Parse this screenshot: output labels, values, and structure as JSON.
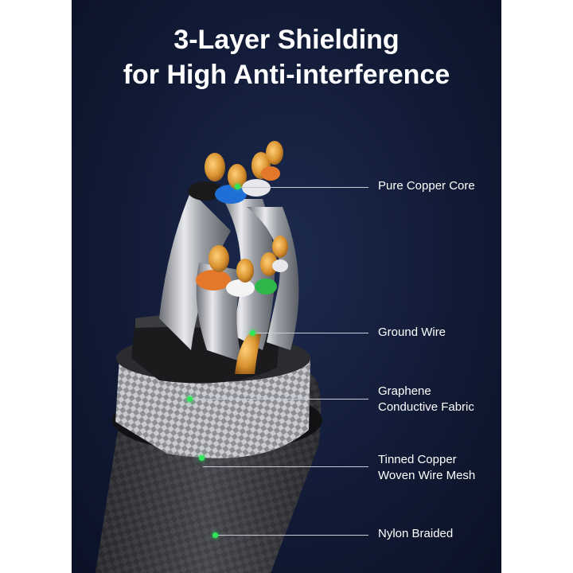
{
  "headline": {
    "line1": "3-Layer Shielding",
    "line2": "for High Anti-interference"
  },
  "callouts": [
    {
      "id": "pure-copper-core",
      "lines": [
        "Pure Copper Core"
      ]
    },
    {
      "id": "ground-wire",
      "lines": [
        "Ground Wire"
      ]
    },
    {
      "id": "graphene-fabric",
      "lines": [
        "Graphene",
        "Conductive Fabric"
      ]
    },
    {
      "id": "tinned-copper-mesh",
      "lines": [
        "Tinned Copper",
        "Woven Wire Mesh"
      ]
    },
    {
      "id": "nylon-braided",
      "lines": [
        "Nylon Braided"
      ]
    }
  ],
  "colors": {
    "background": "#121b36",
    "accent_dot": "#2ee85a",
    "copper": "#d9922f",
    "insulation": [
      "#1a1a1a",
      "#1f6fd6",
      "#e8e8ec",
      "#e3782a",
      "#f4f4f4",
      "#2fb84a"
    ]
  }
}
